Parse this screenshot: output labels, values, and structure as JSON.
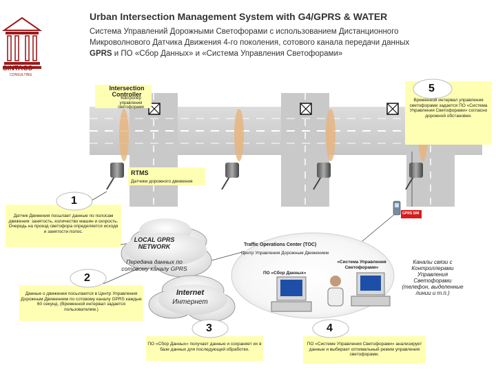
{
  "header": {
    "title": "Urban Intersection Management System with G4/GPRS & WATER",
    "subtitle_line1": "Система Управлений Дорожными  Светофорами с использованием Дистанционного",
    "subtitle_line2": "Микроволнового Датчика Движения 4-го поколения, сотового канала передачи данных",
    "subtitle_line3_bold": "GPRS",
    "subtitle_line3_rest": " и ПО «Сбор Данных» и «Система Управления Светофорами»"
  },
  "logo": {
    "name": "SINTACS",
    "sub": "CONSULTING"
  },
  "diagram": {
    "intersection_controller": "Intersection Controller",
    "controller_ru": "Контролер управления светофорами",
    "step5_num": "5",
    "step5_text": "Временной интервал управления светофорами задается ПО «Система Управления Светофорами» согласно дорожной обстановки.",
    "rtms": "RTMS",
    "rtms_ru": "Датчики дорожного движения",
    "step1_num": "1",
    "step1_text": "Датчик Движения посылает данные по полосам движения: занятость, количество машин и скорость. Очередь на проезд светофора определяется исходя и занятости полос.",
    "gprs_sim": "GPRS SIM",
    "local_gprs": "LOCAL GPRS NETWORK",
    "local_gprs_ru": "Передача данных по сотовому каналу GPRS",
    "step2_num": "2",
    "step2_text": "Данные о движении посылаются в Центр Управления Дорожным Движением по сотовому каналу GPRS каждые 60 секунд. (Временной интервал задается пользователем.)",
    "internet": "Internet",
    "internet_ru": "Интернет",
    "toc": "Traffic Operations Center (TOC)",
    "toc_ru": "Центр Управления Дорожным Движением",
    "po_sbor": "ПО «Сбор Данных»",
    "po_system": "«Система Управления Светофорами»",
    "channels": "Каналы связи с Контроллерами Управления Светофорами (телефон, выделенные линии и т.п.)",
    "step3_num": "3",
    "step3_text": "ПО «Сбор Данных» получает данные и сохраняет их в базе данных для последующей обработки.",
    "step4_num": "4",
    "step4_text": "ПО «Системе Управления Светофорами» анализирует данные и выбирает оптимальный режим управления светофорами."
  }
}
